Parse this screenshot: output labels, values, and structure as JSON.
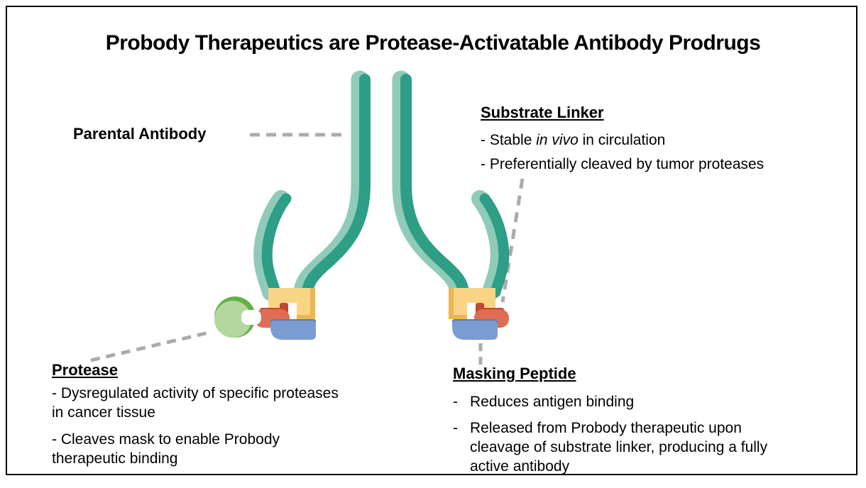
{
  "title": "Probody Therapeutics are Protease-Activatable Antibody Prodrugs",
  "labels": {
    "parental_antibody": "Parental Antibody",
    "substrate_linker": {
      "heading": "Substrate Linker",
      "bullet1_pre": "- Stable ",
      "bullet1_italic": "in vivo",
      "bullet1_post": " in circulation",
      "bullet2": "- Preferentially cleaved by tumor proteases"
    },
    "protease": {
      "heading": "Protease",
      "bullet1": "- Dysregulated activity of specific proteases\nin cancer tissue",
      "bullet2": "- Cleaves mask to enable Probody\ntherapeutic binding"
    },
    "masking_peptide": {
      "heading": "Masking Peptide",
      "marker": "-",
      "bullet1": "Reduces antigen binding",
      "bullet2": "Released from Probody therapeutic upon\ncleavage of substrate linker, producing a fully\nactive antibody"
    }
  },
  "diagram": {
    "icons": {
      "antibody": "y-shaped-antibody",
      "protease": "pac-man-circle",
      "substrate_linker": "red-nub-block",
      "masking_peptide": "blue-rounded-bar",
      "binding_site": "yellow-bracket",
      "connector": "gray-dashed-line"
    },
    "colors": {
      "chain_dark": "#2E9E86",
      "chain_light": "#8FCBB8",
      "binding_yellow": "#FAD485",
      "binding_yellow_dark": "#EDB54F",
      "linker_red": "#DD6E55",
      "linker_red_dark": "#C14831",
      "mask_blue": "#7B9BD3",
      "mask_blue_dark": "#5A79BE",
      "protease_green": "#B4D79E",
      "protease_green_dark": "#63B144",
      "dash_gray": "#ABABAB",
      "white": "#FFFFFF"
    }
  }
}
